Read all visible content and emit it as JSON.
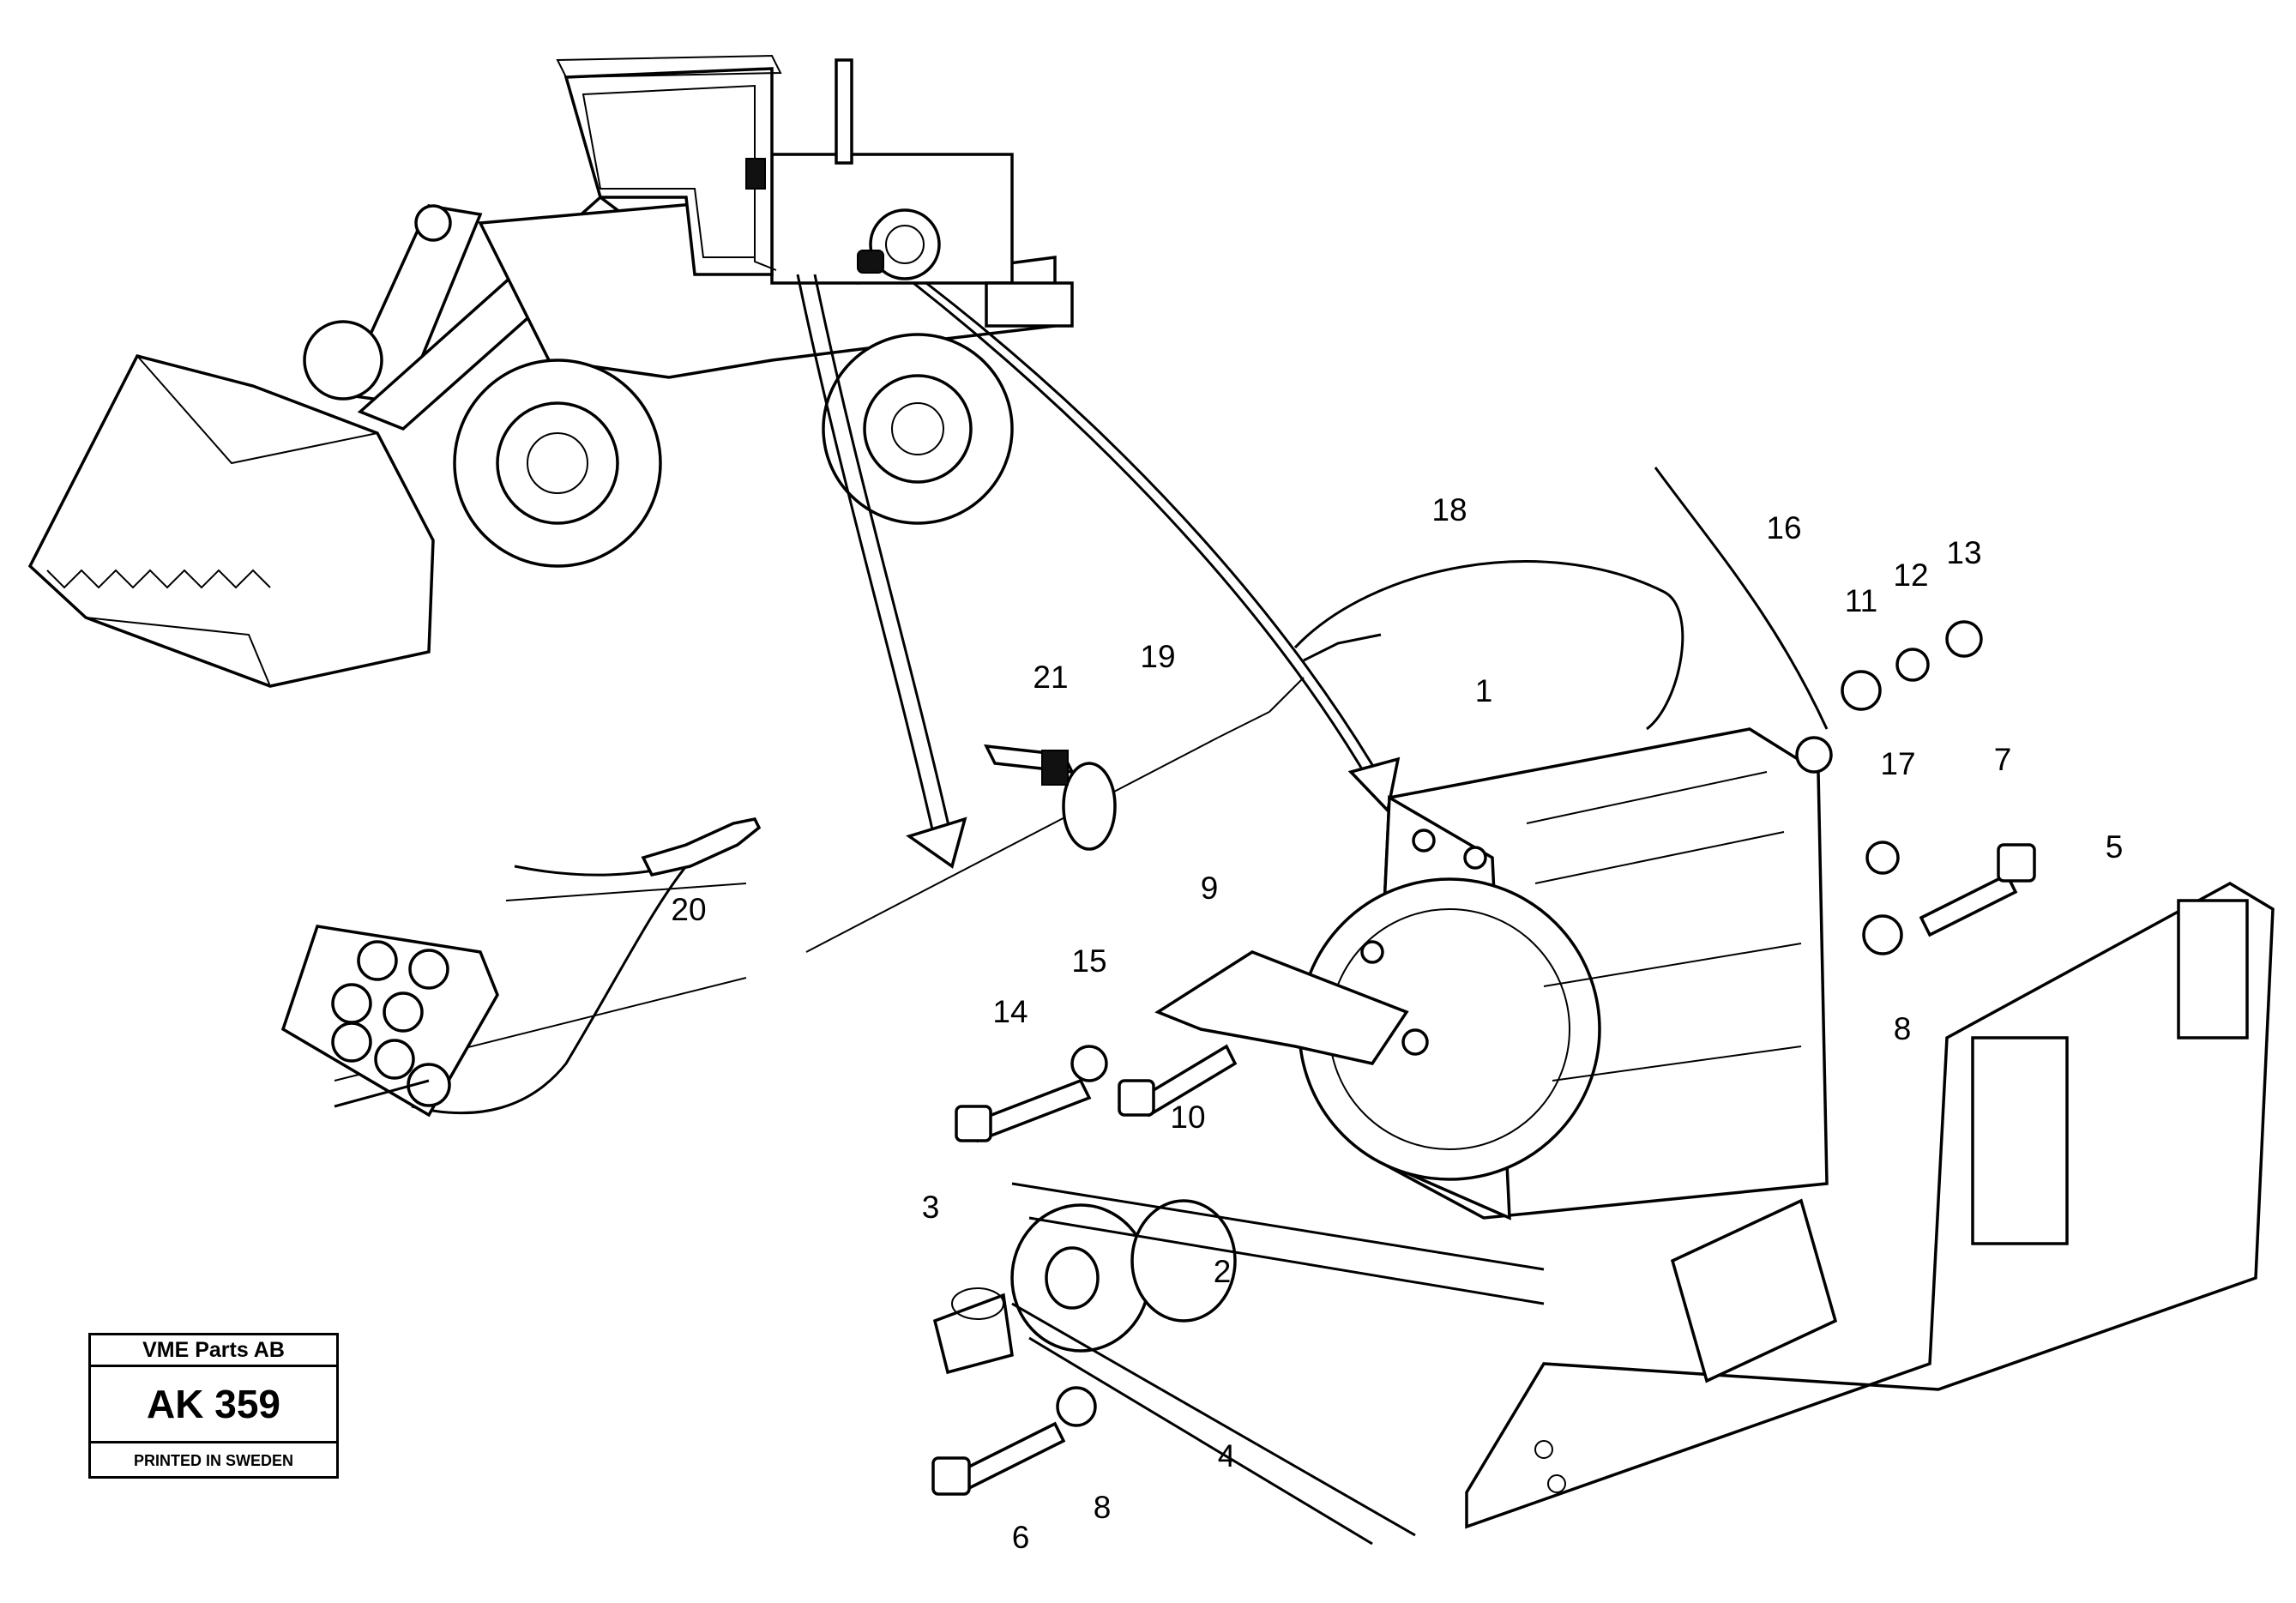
{
  "info_box": {
    "company": "VME Parts AB",
    "code": "AK 359",
    "printed": "PRINTED IN SWEDEN"
  },
  "callouts": [
    "1",
    "2",
    "3",
    "4",
    "5",
    "6",
    "7",
    "8",
    "8",
    "9",
    "10",
    "11",
    "12",
    "13",
    "14",
    "15",
    "16",
    "17",
    "18",
    "19",
    "20",
    "21"
  ]
}
